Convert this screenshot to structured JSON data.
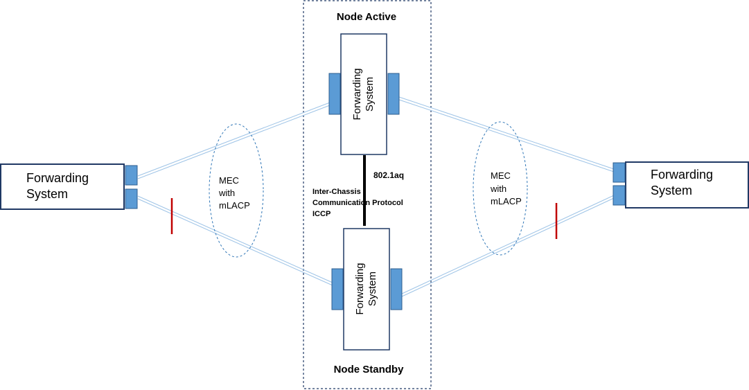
{
  "nodes": {
    "active_label": "Node Active",
    "standby_label": "Node Standby",
    "active_system": {
      "line1": "Forwarding",
      "line2": "System"
    },
    "standby_system": {
      "line1": "Forwarding",
      "line2": "System"
    }
  },
  "left_system": {
    "line1": "Forwarding",
    "line2": "System"
  },
  "right_system": {
    "line1": "Forwarding",
    "line2": "System"
  },
  "mec_left": {
    "line1": "MEC",
    "line2": "with",
    "line3": "mLACP"
  },
  "mec_right": {
    "line1": "MEC",
    "line2": "with",
    "line3": "mLACP"
  },
  "link": {
    "protocol": "802.1aq",
    "iccp_line1": "Inter-Chassis",
    "iccp_line2": "Communication Protocol",
    "iccp_line3": "ICCP"
  },
  "colors": {
    "port_fill": "#5b9bd5",
    "port_stroke": "#2e5e8e",
    "box_stroke": "#1f3864",
    "link_line": "#9dc3e6",
    "blocked_marker": "#c00000",
    "dashed_border": "#1f3864",
    "ellipse_stroke": "#2e75b6"
  }
}
